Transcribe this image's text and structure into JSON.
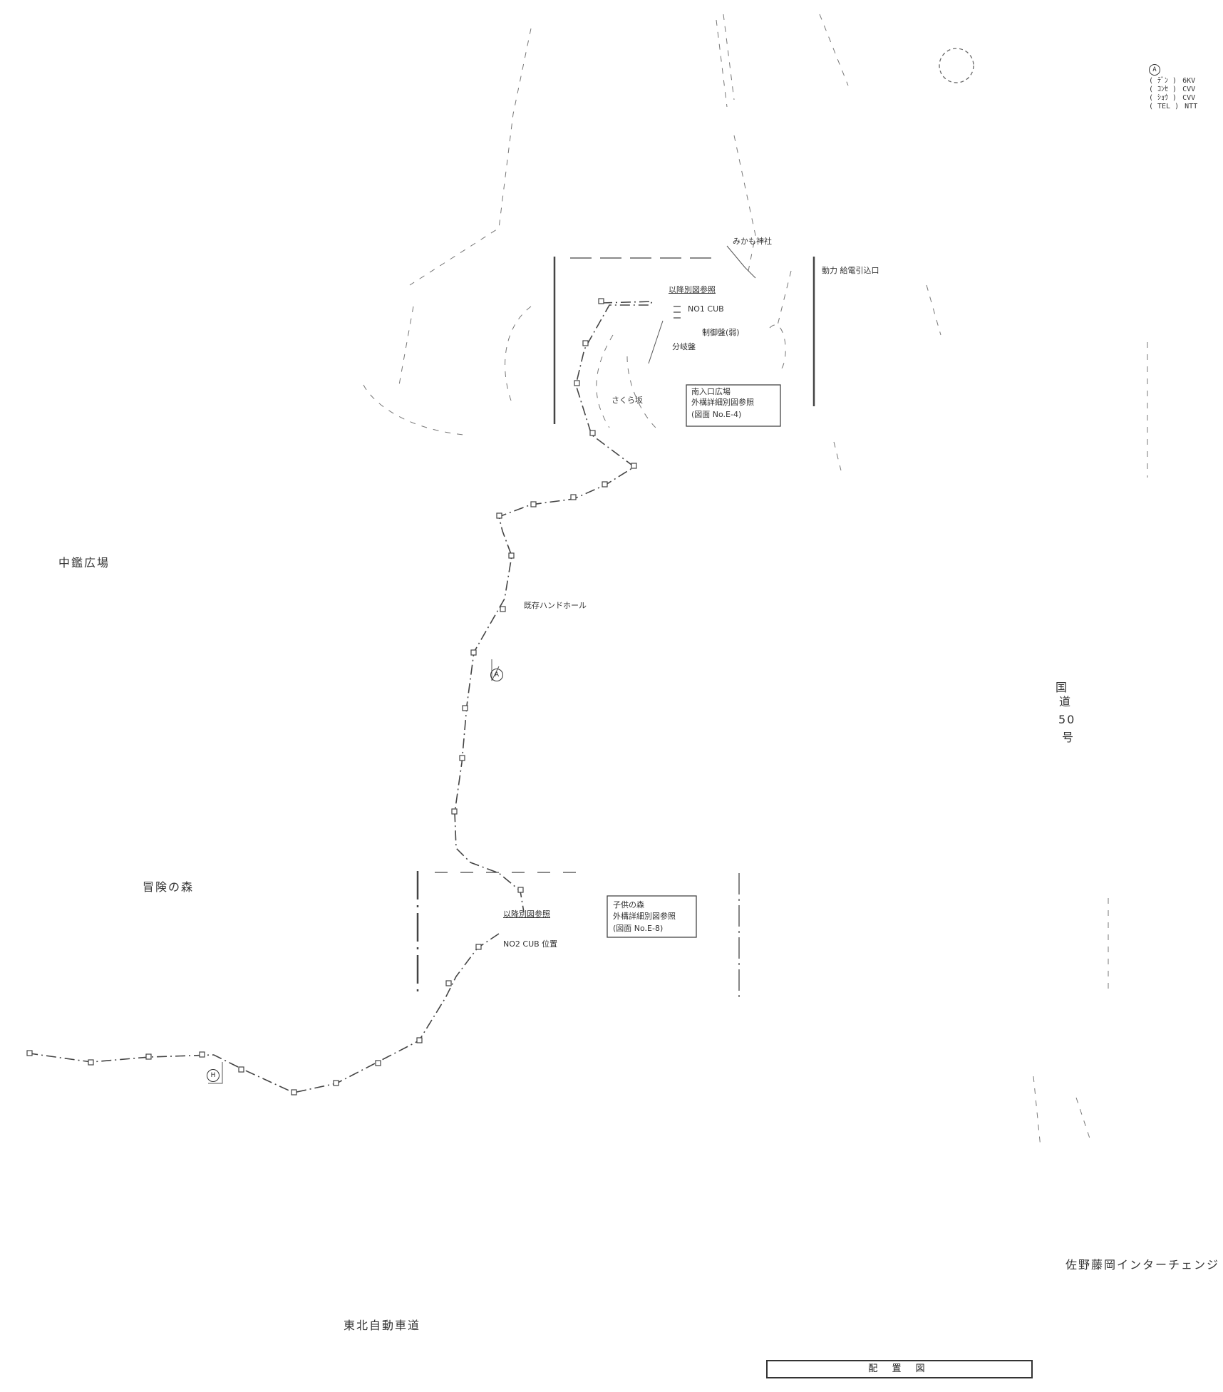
{
  "labels": {
    "central_plaza": "中鑑広場",
    "adventure_forest": "冒険の森",
    "expressway": "東北自動車道",
    "route_50_a": "国",
    "route_50_b": "道",
    "route_50_c": "50",
    "route_50_d": "号",
    "interchange": "佐野藤岡インターチェンジ",
    "mikamo_shrine": "みかも神社",
    "power_inlet": "動力 給電引込口",
    "detail_ref_upper": "以降別図参照",
    "cub1": "NO1 CUB",
    "relay_box": "制御盤(弱)",
    "junction_box": "分岐盤",
    "main_gate_note1": "南入口広場",
    "main_gate_note2": "外構詳細別図参照",
    "main_gate_note3": "(図面 No.E-4)",
    "mountain_label": "さくら坂",
    "existing_handhole": "既存ハンドホール",
    "detail_ref_lower": "以降別図参照",
    "cub2": "NO2 CUB 位置",
    "kids_note1": "子供の森",
    "kids_note2": "外構詳細別図参照",
    "kids_note3": "(図面 No.E-8)",
    "marker_a": "A",
    "marker_h": "H",
    "title": "配 置 図"
  },
  "legend": {
    "marker": "A",
    "rows": [
      {
        "code": "( ﾃﾞﾝ )",
        "spec": "6KV"
      },
      {
        "code": "( ｺﾝｾ )",
        "spec": "CVV"
      },
      {
        "code": "( ｼｮｳ )",
        "spec": "CVV"
      },
      {
        "code": "( TEL )",
        "spec": "NTT"
      }
    ]
  }
}
